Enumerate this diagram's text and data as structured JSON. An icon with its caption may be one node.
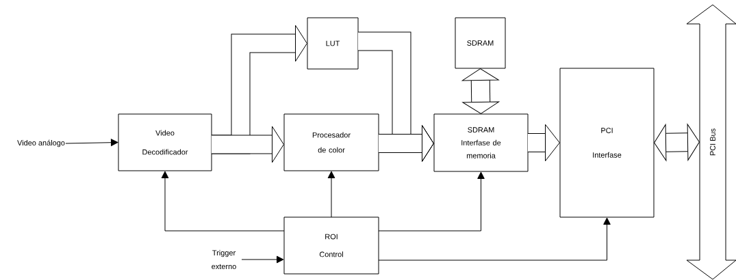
{
  "diagram": {
    "nodes": [
      {
        "text": [
          "Video análogo"
        ]
      },
      {
        "text": [
          "Video Decodificador"
        ]
      },
      {
        "text": [
          "LUT"
        ]
      },
      {
        "text": [
          "Procesador de color"
        ]
      },
      {
        "text": [
          "SDRAM"
        ]
      },
      {
        "text": [
          "SDRAM Interfase de memoria"
        ]
      },
      {
        "text": [
          "PCI Interfase"
        ]
      },
      {
        "text": [
          "PCI Bus"
        ]
      },
      {
        "text": [
          "ROI Control"
        ]
      },
      {
        "text": [
          "Trigger externo"
        ]
      }
    ],
    "edges": [
      {
        "from": 0,
        "to": 1,
        "arrow": "to"
      },
      {
        "from": 1,
        "to": 2,
        "arrow": "to"
      },
      {
        "from": 1,
        "to": 3,
        "arrow": "to"
      },
      {
        "from": 2,
        "to": 5,
        "arrow": "to"
      },
      {
        "from": 3,
        "to": 5,
        "arrow": "to"
      },
      {
        "from": 4,
        "to": 5,
        "arrow": "both"
      },
      {
        "from": 5,
        "to": 6,
        "arrow": "to"
      },
      {
        "from": 6,
        "to": 7,
        "arrow": "both"
      },
      {
        "from": 8,
        "to": 1,
        "arrow": "to"
      },
      {
        "from": 8,
        "to": 3,
        "arrow": "to"
      },
      {
        "from": 8,
        "to": 5,
        "arrow": "to"
      },
      {
        "from": 8,
        "to": 6,
        "arrow": "to"
      },
      {
        "from": 9,
        "to": 8,
        "arrow": "to"
      }
    ]
  }
}
